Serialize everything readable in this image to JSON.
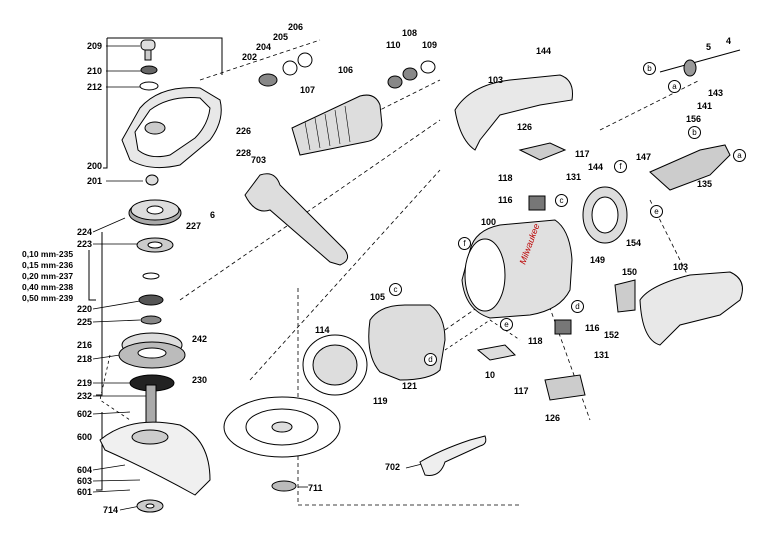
{
  "labels": {
    "p209": "209",
    "p210": "210",
    "p212": "212",
    "p200": "200",
    "p201": "201",
    "p202": "202",
    "p204": "204",
    "p205": "205",
    "p206": "206",
    "p106": "106",
    "p107": "107",
    "p108": "108",
    "p109": "109",
    "p110": "110",
    "p226": "226",
    "p228": "228",
    "p703": "703",
    "p6": "6",
    "p227": "227",
    "p224": "224",
    "p223": "223",
    "p220": "220",
    "p225": "225",
    "p216": "216",
    "p218": "218",
    "p242": "242",
    "p219": "219",
    "p230": "230",
    "p232": "232",
    "p602": "602",
    "p600": "600",
    "p604": "604",
    "p603": "603",
    "p601": "601",
    "p714": "714",
    "p711": "711",
    "p702": "702",
    "p144a": "144",
    "p103a": "103",
    "p126a": "126",
    "p117a": "117",
    "p118a": "118",
    "p131a": "131",
    "p116a": "116",
    "p144b": "144",
    "p147": "147",
    "p135": "135",
    "p154": "154",
    "p149": "149",
    "p100": "100",
    "p105": "105",
    "p114": "114",
    "p10": "10",
    "p121": "121",
    "p119": "119",
    "p116b": "116",
    "p118b": "118",
    "p131b": "131",
    "p117b": "117",
    "p126b": "126",
    "p150": "150",
    "p152": "152",
    "p103b": "103",
    "p5": "5",
    "p4": "4",
    "p143": "143",
    "p141": "141",
    "p156": "156"
  },
  "shims": [
    {
      "size": "0,10 mm",
      "part": "235"
    },
    {
      "size": "0,15 mm",
      "part": "236"
    },
    {
      "size": "0,20 mm",
      "part": "237"
    },
    {
      "size": "0,40 mm",
      "part": "238"
    },
    {
      "size": "0,50 mm",
      "part": "239"
    }
  ],
  "letters": {
    "a": "a",
    "b": "b",
    "c": "c",
    "d": "d",
    "e": "e",
    "f": "f"
  },
  "brand": "Milwaukee"
}
